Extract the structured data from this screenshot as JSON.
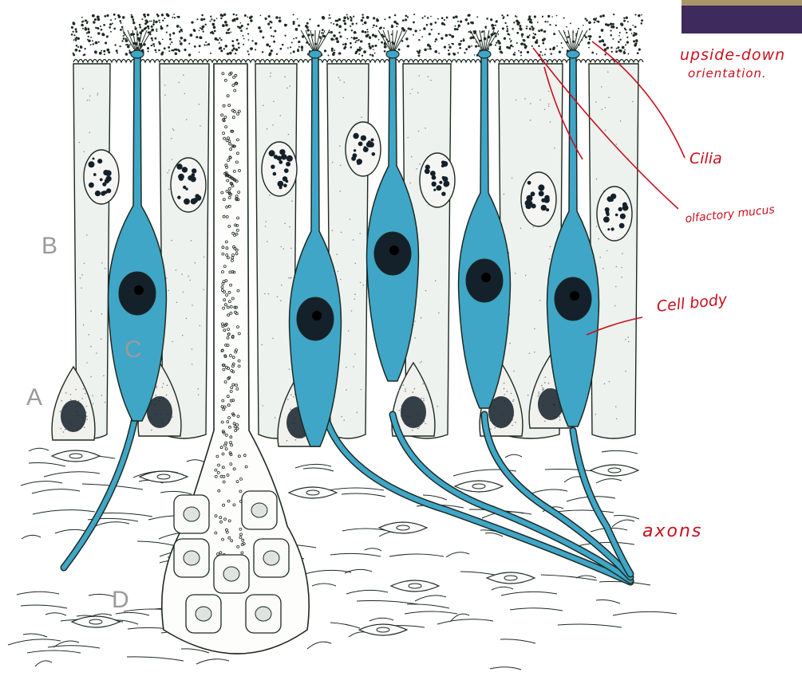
{
  "colors": {
    "cell_blue": "#3fa6c7",
    "nucleus_dark": "#14202a",
    "line": "#1d2a22",
    "support_fill": "#eef2ee",
    "annotation_red": "#c8101e",
    "accent_gold": "#a8976a",
    "accent_purple": "#3e2a5c",
    "letter_gray": "#9a9a9a"
  },
  "letters": {
    "a": "A",
    "b": "B",
    "c": "C",
    "d": "D"
  },
  "annotations": {
    "upside_down_line1": "upside-down",
    "upside_down_line2": "orientation.",
    "cilia": "Cilia",
    "olfactory_mucus": "olfactory mucus",
    "cell_body": "Cell body",
    "axons": "axons"
  }
}
